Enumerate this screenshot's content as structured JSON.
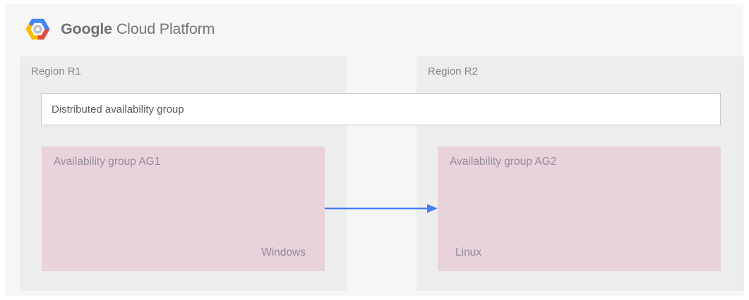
{
  "header": {
    "brand": "Google",
    "product": "Cloud Platform"
  },
  "regions": [
    {
      "label": "Region R1"
    },
    {
      "label": "Region R2"
    }
  ],
  "distributed_group": {
    "label": "Distributed availability group"
  },
  "availability_groups": [
    {
      "label": "Availability group AG1",
      "os": "Windows"
    },
    {
      "label": "Availability group AG2",
      "os": "Linux"
    }
  ],
  "icons": {
    "logo": "gcp-hexagon-logo",
    "arrow": "replication-arrow"
  },
  "colors": {
    "page_background": "#f5f6f6",
    "region_box": "#ededee",
    "availability_group_box": "#e8d2dc",
    "distributed_box_border": "#c7c7c7",
    "arrow_blue": "#4a7df0",
    "logo_blue": "#4285f4",
    "logo_red": "#e04a3f",
    "logo_yellow": "#fbbc05",
    "label_gray": "#85888b"
  }
}
